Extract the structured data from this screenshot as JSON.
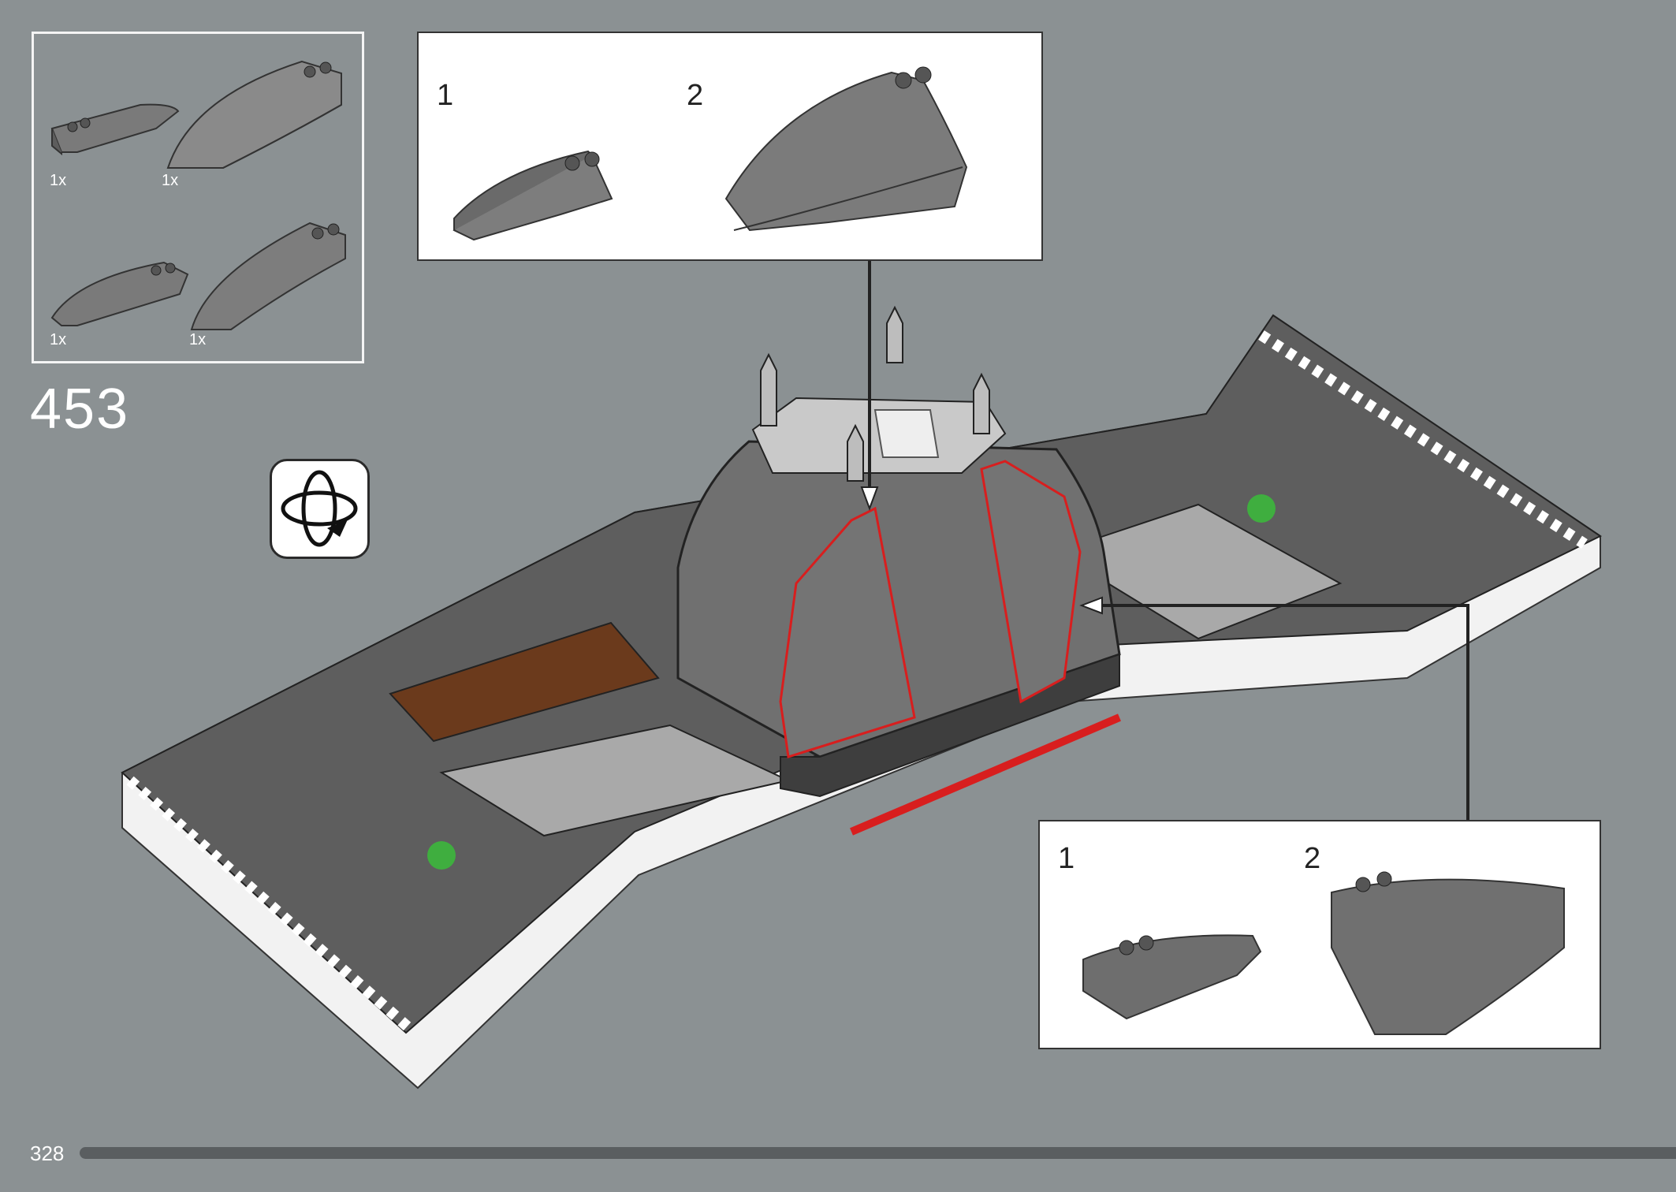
{
  "step_number": "453",
  "page_number": "328",
  "parts_list": [
    {
      "qty": "1x",
      "icon": "slope-wedge-small-left"
    },
    {
      "qty": "1x",
      "icon": "curved-wedge-large-left"
    },
    {
      "qty": "1x",
      "icon": "slope-wedge-small-right"
    },
    {
      "qty": "1x",
      "icon": "curved-wedge-large-right"
    }
  ],
  "callout_top": {
    "sub1": "1",
    "sub2": "2"
  },
  "callout_bottom": {
    "sub1": "1",
    "sub2": "2"
  },
  "rotate_icon": "rotate-model-icon",
  "colors": {
    "background": "#8b9193",
    "highlight": "#d81e1e",
    "brick_dark": "#6b6b6b",
    "brick_light": "#a8a8a8"
  }
}
